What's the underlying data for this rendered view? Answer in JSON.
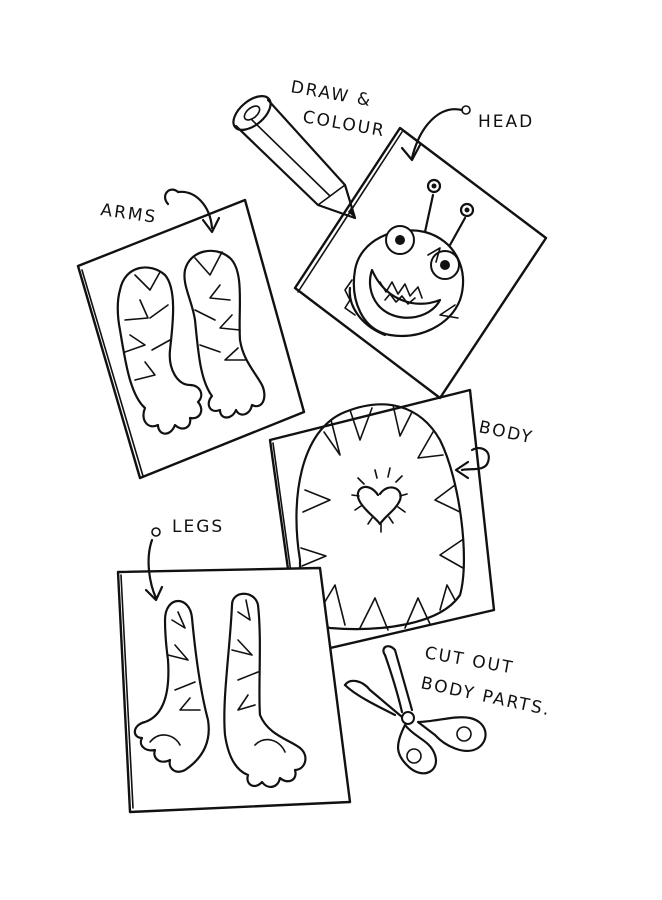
{
  "labels": {
    "draw_colour_line1": "DRAW &",
    "draw_colour_line2": "COLOUR",
    "head": "HEAD",
    "arms": "ARMS",
    "body": "BODY",
    "legs": "LEGS",
    "cut_out_line1": "CUT OUT",
    "cut_out_line2": "BODY PARTS."
  },
  "colors": {
    "ink": "#111111",
    "paper": "#ffffff"
  }
}
